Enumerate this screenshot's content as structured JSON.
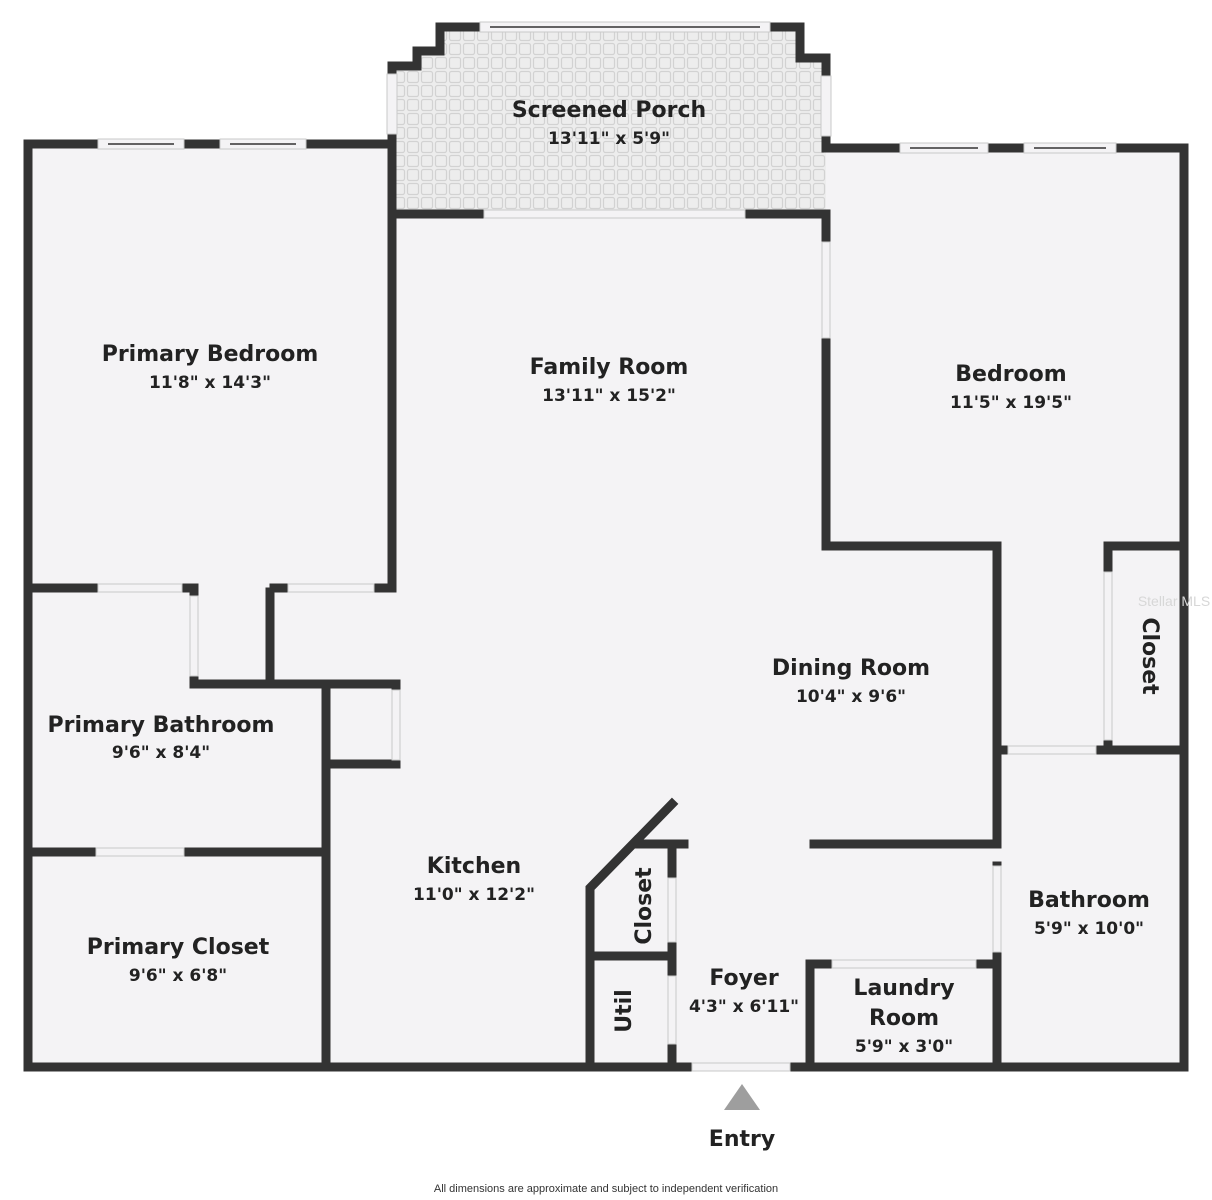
{
  "rooms": [
    {
      "id": "screened-porch",
      "name": "Screened Porch",
      "dims": "13'11\" x 5'9\""
    },
    {
      "id": "primary-bedroom",
      "name": "Primary Bedroom",
      "dims": "11'8\" x 14'3\""
    },
    {
      "id": "family-room",
      "name": "Family Room",
      "dims": "13'11\" x 15'2\""
    },
    {
      "id": "bedroom",
      "name": "Bedroom",
      "dims": "11'5\" x 19'5\""
    },
    {
      "id": "closet-right",
      "name": "Closet",
      "dims": ""
    },
    {
      "id": "dining-room",
      "name": "Dining Room",
      "dims": "10'4\" x 9'6\""
    },
    {
      "id": "primary-bathroom",
      "name": "Primary Bathroom",
      "dims": "9'6\" x 8'4\""
    },
    {
      "id": "kitchen",
      "name": "Kitchen",
      "dims": "11'0\" x 12'2\""
    },
    {
      "id": "closet-hall",
      "name": "Closet",
      "dims": ""
    },
    {
      "id": "util",
      "name": "Util",
      "dims": ""
    },
    {
      "id": "foyer",
      "name": "Foyer",
      "dims": "4'3\" x 6'11\""
    },
    {
      "id": "laundry-room",
      "name": "Laundry Room",
      "name_lines": [
        "Laundry",
        "Room"
      ],
      "dims": "5'9\" x 3'0\""
    },
    {
      "id": "bathroom",
      "name": "Bathroom",
      "dims": "5'9\" x 10'0\""
    },
    {
      "id": "primary-closet",
      "name": "Primary Closet",
      "dims": "9'6\" x 6'8\""
    }
  ],
  "entry_label": "Entry",
  "disclaimer": "All dimensions are approximate and subject to independent verification",
  "watermark": "Stellar MLS",
  "colors": {
    "wall": "#333333",
    "floor": "#f4f3f5",
    "porch_floor": "#ececec",
    "entry_marker": "#9e9e9e"
  }
}
